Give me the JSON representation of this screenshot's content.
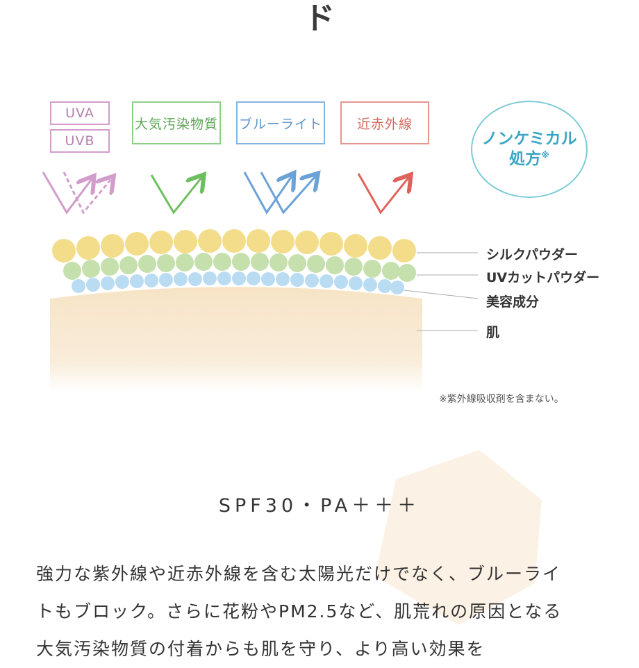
{
  "heading": "ド",
  "threats": {
    "uva": "UVA",
    "uvb": "UVB",
    "pollution": "大気汚染物質",
    "bluelight": "ブルーライト",
    "nearinfrared": "近赤外線"
  },
  "badge": {
    "line1": "ノンケミカル",
    "line2": "処方",
    "mark": "※"
  },
  "layers": {
    "silk": "シルクパウダー",
    "uvcut": "UVカットパウダー",
    "beauty": "美容成分",
    "skin": "肌"
  },
  "note": "※紫外線吸収剤を含まない。",
  "spf": "SPF30・PA＋＋＋",
  "body": {
    "line1": "強力な紫外線や近赤外線を含む太陽光だけでなく、ブルーライ",
    "line2": "トもブロック。さらに花粉やPM2.5など、肌荒れの原因となる",
    "line3": "大気汚染物質の付着からも肌を守り、より高い効果を"
  },
  "colors": {
    "uv": "#d29ccb",
    "pollution": "#8fcf8a",
    "bluelight": "#6aa2d8",
    "nearinfrared": "#e0615b",
    "badge": "#7ccbd8",
    "silk": "#f3dd8a",
    "uvcut": "#c6e0ad",
    "beauty": "#b9dcf3",
    "skin": "#f7e4c6"
  }
}
